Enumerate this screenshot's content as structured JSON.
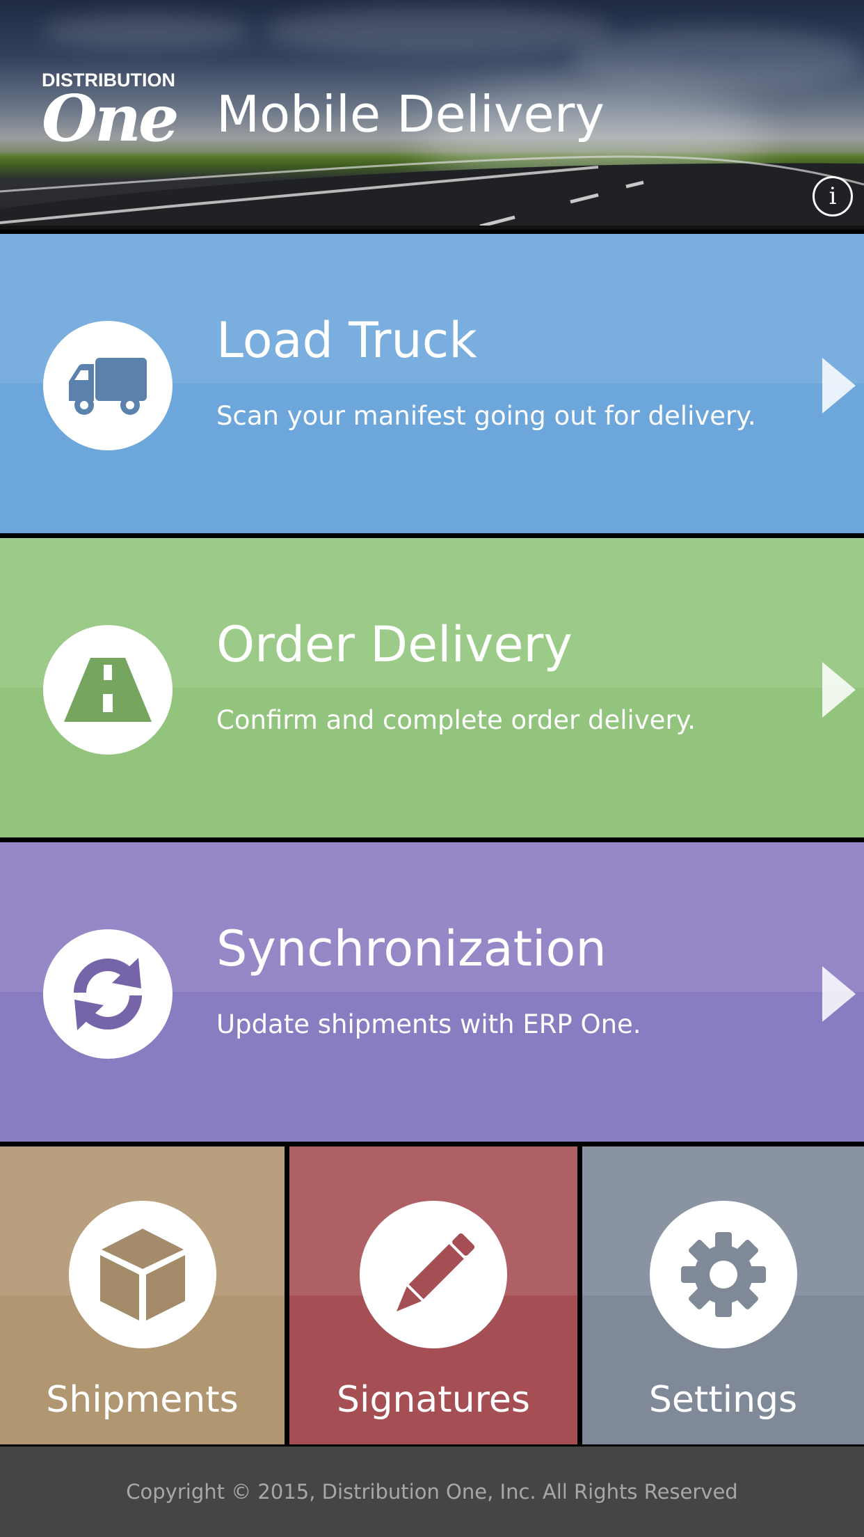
{
  "header": {
    "logo_top": "DISTRIBUTION",
    "logo_script": "One",
    "title": "Mobile Delivery",
    "info_glyph": "i",
    "info_icon": "info-circle-icon"
  },
  "menu": [
    {
      "title": "Load Truck",
      "subtitle": "Scan your manifest going out for delivery.",
      "icon": "truck-icon",
      "color": "#6da6db",
      "icon_color": "#5a82ad"
    },
    {
      "title": "Order Delivery",
      "subtitle": "Confirm and complete order delivery.",
      "icon": "road-icon",
      "color": "#93c47d",
      "icon_color": "#76a560"
    },
    {
      "title": "Synchronization",
      "subtitle": "Update shipments with ERP One.",
      "icon": "sync-icon",
      "color": "#8a7cc1",
      "icon_color": "#7565a8"
    }
  ],
  "tiles": [
    {
      "label": "Shipments",
      "icon": "box-icon",
      "color": "#b09671"
    },
    {
      "label": "Signatures",
      "icon": "pencil-icon",
      "color": "#a54f54"
    },
    {
      "label": "Settings",
      "icon": "gear-icon",
      "color": "#7f8998"
    }
  ],
  "footer": {
    "copyright": "Copyright © 2015, Distribution One, Inc. All Rights Reserved"
  }
}
